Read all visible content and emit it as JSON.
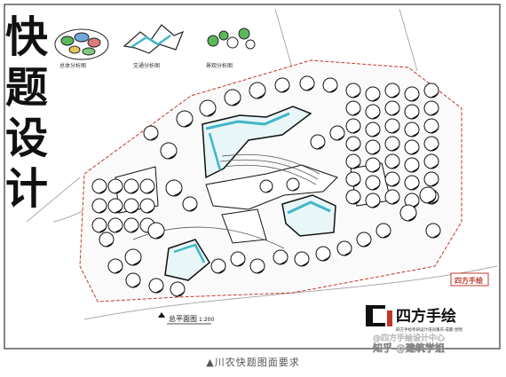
{
  "title_block": {
    "characters": [
      "快",
      "题",
      "设",
      "计"
    ]
  },
  "legend": {
    "label_1": "总体分析图",
    "label_2": "交通分析图",
    "label_3": "景观分析图"
  },
  "plan": {
    "label": "总平面图",
    "scale": "1:200"
  },
  "logo": {
    "brand": "四方手绘",
    "subtitle": "四方手绘考研设计培训重庆·成都·昆明",
    "stamp": "四方手绘"
  },
  "watermarks": [
    "@四方手绘设计中心",
    "知乎 @建筑学姐"
  ],
  "caption": "▲川农快题图面要求",
  "colors": {
    "water": "#3fb6c6",
    "ink": "#111111",
    "boundary": "#c0392b",
    "paper": "#ffffff"
  }
}
